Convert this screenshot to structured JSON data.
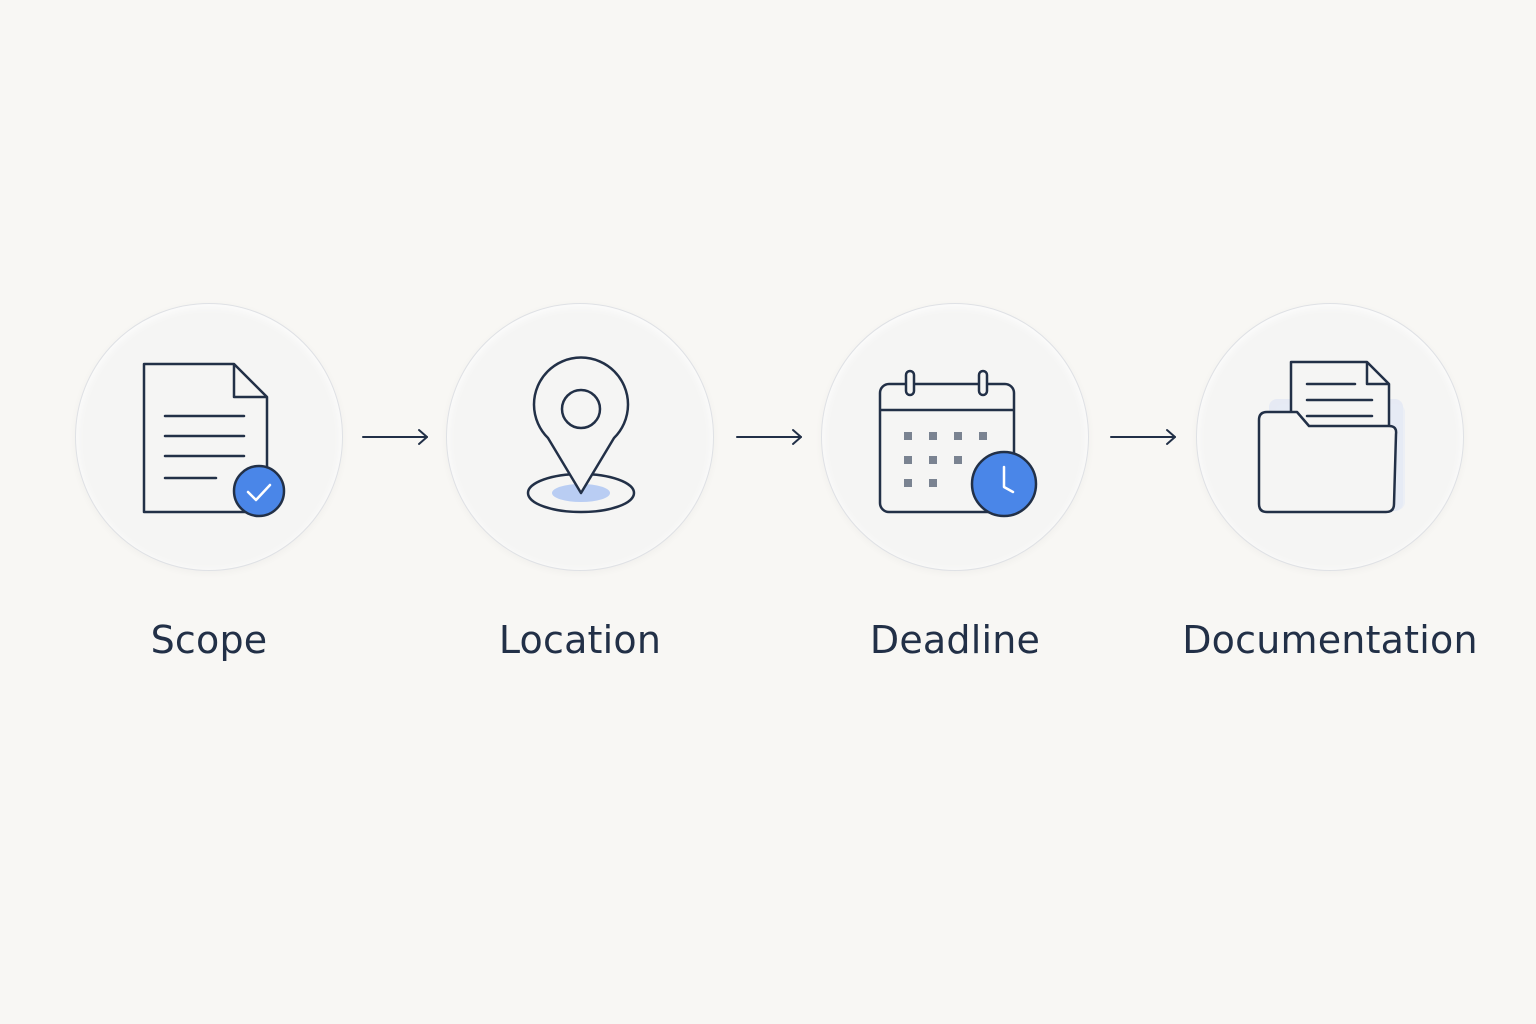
{
  "colors": {
    "background": "#f8f7f4",
    "stroke": "#223047",
    "accent": "#4a86e8",
    "accent_light": "#b9cdf3",
    "muted": "#7a8391"
  },
  "steps": [
    {
      "label": "Scope",
      "icon": "document-check-icon"
    },
    {
      "label": "Location",
      "icon": "map-pin-icon"
    },
    {
      "label": "Deadline",
      "icon": "calendar-clock-icon"
    },
    {
      "label": "Documentation",
      "icon": "folder-document-icon"
    }
  ],
  "connectors": [
    "arrow-right-icon",
    "arrow-right-icon",
    "arrow-right-icon"
  ]
}
